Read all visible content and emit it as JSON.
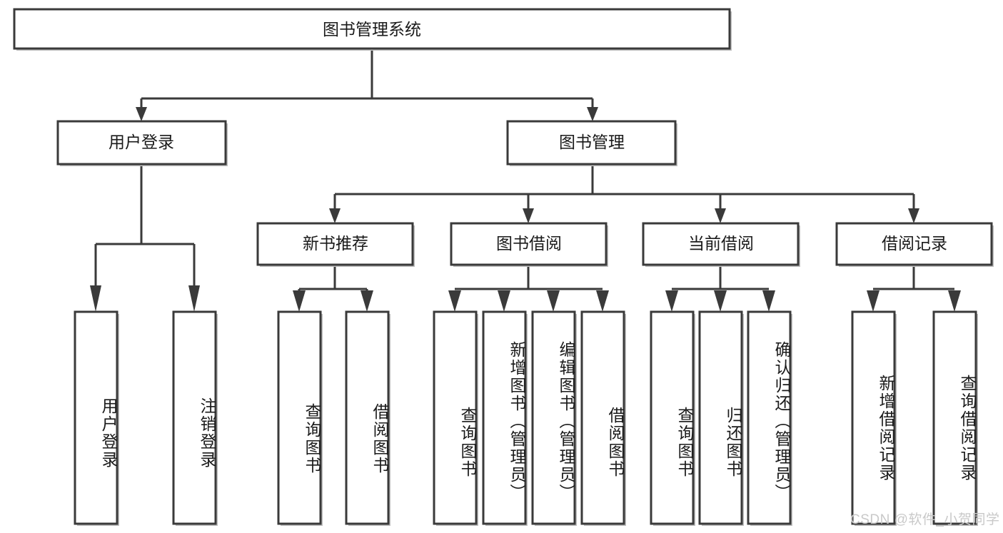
{
  "diagram": {
    "title_node": {
      "label": "图书管理系统"
    },
    "level1": [
      {
        "id": "user-login",
        "label": "用户登录"
      },
      {
        "id": "book-manage",
        "label": "图书管理"
      }
    ],
    "level2": [
      {
        "id": "new-book-recommend",
        "label": "新书推荐"
      },
      {
        "id": "book-borrow",
        "label": "图书借阅"
      },
      {
        "id": "current-borrow",
        "label": "当前借阅"
      },
      {
        "id": "borrow-record",
        "label": "借阅记录"
      }
    ],
    "leaves": [
      {
        "id": "leaf-user-login",
        "label": "用户登录",
        "parent": "user-login"
      },
      {
        "id": "leaf-logout-login",
        "label": "注销登录",
        "parent": "user-login"
      },
      {
        "id": "leaf-query-book-1",
        "label": "查询图书",
        "parent": "new-book-recommend"
      },
      {
        "id": "leaf-borrow-book-1",
        "label": "借阅图书",
        "parent": "new-book-recommend"
      },
      {
        "id": "leaf-query-book-2",
        "label": "查询图书",
        "parent": "book-borrow"
      },
      {
        "id": "leaf-add-book",
        "label": "新增图书（管理员）",
        "parent": "book-borrow"
      },
      {
        "id": "leaf-edit-book",
        "label": "编辑图书（管理员）",
        "parent": "book-borrow"
      },
      {
        "id": "leaf-borrow-book-2",
        "label": "借阅图书",
        "parent": "book-borrow"
      },
      {
        "id": "leaf-query-book-3",
        "label": "查询图书",
        "parent": "current-borrow"
      },
      {
        "id": "leaf-return-book",
        "label": "归还图书",
        "parent": "current-borrow"
      },
      {
        "id": "leaf-confirm-return",
        "label": "确认归还（管理员）",
        "parent": "current-borrow"
      },
      {
        "id": "leaf-add-record",
        "label": "新增借阅记录",
        "parent": "borrow-record"
      },
      {
        "id": "leaf-query-record",
        "label": "查询借阅记录",
        "parent": "borrow-record"
      }
    ],
    "colors": {
      "stroke": "#3a3a3a",
      "fill": "#ffffff",
      "text": "#1a1a1a",
      "shadow": "#bfbfbf",
      "watermark": "#c9c9c9"
    }
  },
  "watermark": {
    "text": "CSDN @软件_小贺同学"
  }
}
